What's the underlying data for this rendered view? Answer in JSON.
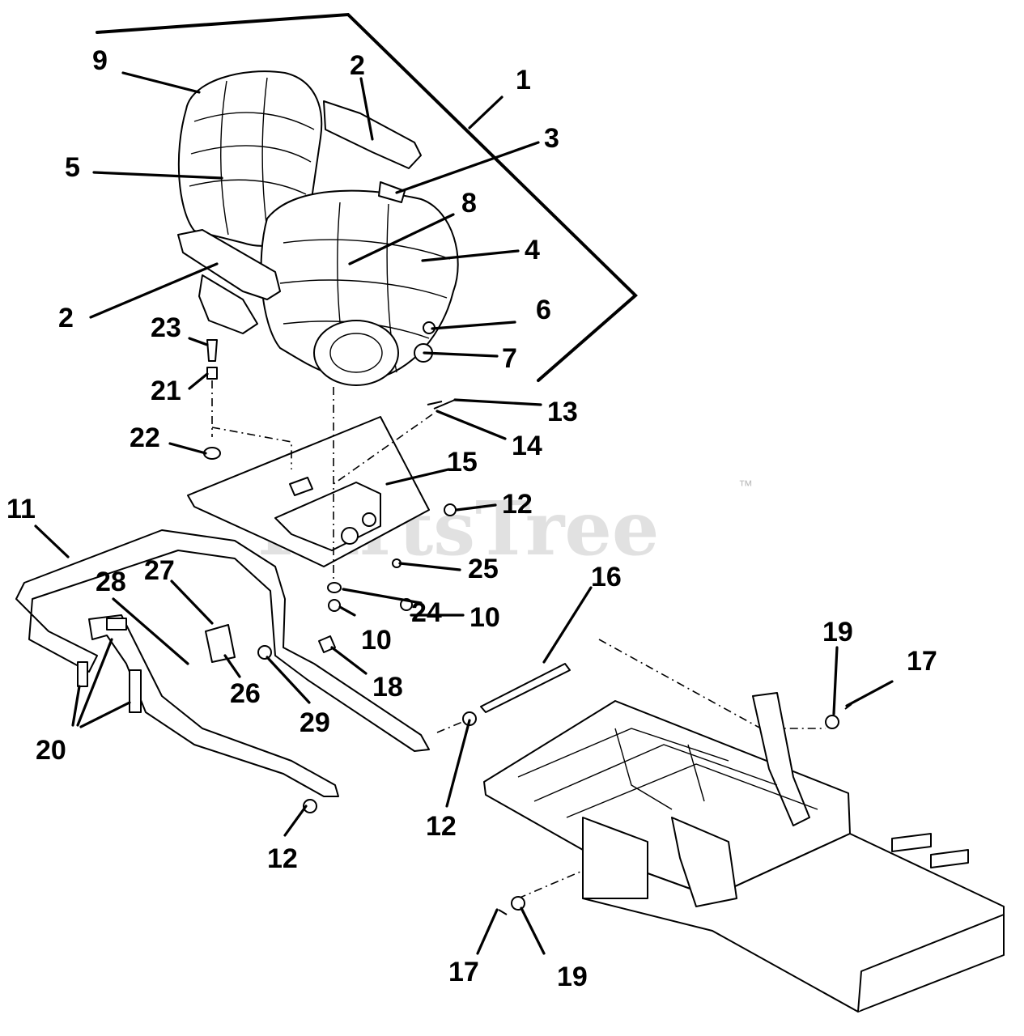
{
  "watermark": {
    "text": "PartsTree",
    "tm": "™"
  },
  "callouts": [
    {
      "key": "c1",
      "text": "1"
    },
    {
      "key": "c2a",
      "text": "2"
    },
    {
      "key": "c2b",
      "text": "2"
    },
    {
      "key": "c3",
      "text": "3"
    },
    {
      "key": "c4",
      "text": "4"
    },
    {
      "key": "c5",
      "text": "5"
    },
    {
      "key": "c6",
      "text": "6"
    },
    {
      "key": "c7",
      "text": "7"
    },
    {
      "key": "c8",
      "text": "8"
    },
    {
      "key": "c9",
      "text": "9"
    },
    {
      "key": "c10a",
      "text": "10"
    },
    {
      "key": "c10b",
      "text": "10"
    },
    {
      "key": "c11",
      "text": "11"
    },
    {
      "key": "c12a",
      "text": "12"
    },
    {
      "key": "c12b",
      "text": "12"
    },
    {
      "key": "c12c",
      "text": "12"
    },
    {
      "key": "c13",
      "text": "13"
    },
    {
      "key": "c14",
      "text": "14"
    },
    {
      "key": "c15",
      "text": "15"
    },
    {
      "key": "c16",
      "text": "16"
    },
    {
      "key": "c17a",
      "text": "17"
    },
    {
      "key": "c17b",
      "text": "17"
    },
    {
      "key": "c18",
      "text": "18"
    },
    {
      "key": "c19a",
      "text": "19"
    },
    {
      "key": "c19b",
      "text": "19"
    },
    {
      "key": "c20",
      "text": "20"
    },
    {
      "key": "c21",
      "text": "21"
    },
    {
      "key": "c22",
      "text": "22"
    },
    {
      "key": "c23",
      "text": "23"
    },
    {
      "key": "c24",
      "text": "24"
    },
    {
      "key": "c25",
      "text": "25"
    },
    {
      "key": "c26",
      "text": "26"
    },
    {
      "key": "c27",
      "text": "27"
    },
    {
      "key": "c28",
      "text": "28"
    },
    {
      "key": "c29",
      "text": "29"
    }
  ]
}
